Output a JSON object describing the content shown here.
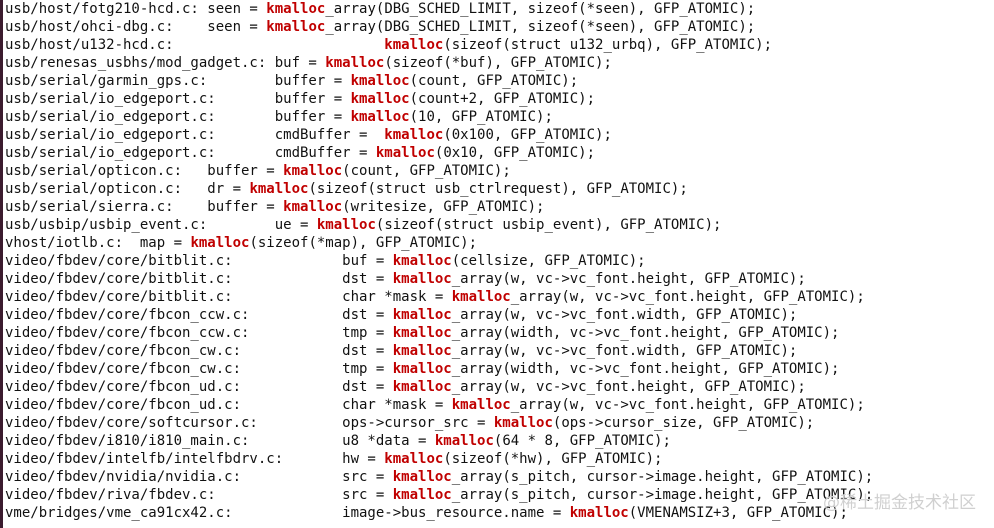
{
  "terminal": {
    "keyword": "kmalloc",
    "lines": [
      [
        {
          "t": "usb/host/fotg210-hcd.c: seen = "
        },
        {
          "t": "kmalloc",
          "kw": true
        },
        {
          "t": "_array(DBG_SCHED_LIMIT, sizeof(*seen), GFP_ATOMIC);"
        }
      ],
      [
        {
          "t": "usb/host/ohci-dbg.c:    seen = "
        },
        {
          "t": "kmalloc",
          "kw": true
        },
        {
          "t": "_array(DBG_SCHED_LIMIT, sizeof(*seen), GFP_ATOMIC);"
        }
      ],
      [
        {
          "t": "usb/host/u132-hcd.c:                         "
        },
        {
          "t": "kmalloc",
          "kw": true
        },
        {
          "t": "(sizeof(struct u132_urbq), GFP_ATOMIC);"
        }
      ],
      [
        {
          "t": "usb/renesas_usbhs/mod_gadget.c: buf = "
        },
        {
          "t": "kmalloc",
          "kw": true
        },
        {
          "t": "(sizeof(*buf), GFP_ATOMIC);"
        }
      ],
      [
        {
          "t": "usb/serial/garmin_gps.c:        buffer = "
        },
        {
          "t": "kmalloc",
          "kw": true
        },
        {
          "t": "(count, GFP_ATOMIC);"
        }
      ],
      [
        {
          "t": "usb/serial/io_edgeport.c:       buffer = "
        },
        {
          "t": "kmalloc",
          "kw": true
        },
        {
          "t": "(count+2, GFP_ATOMIC);"
        }
      ],
      [
        {
          "t": "usb/serial/io_edgeport.c:       buffer = "
        },
        {
          "t": "kmalloc",
          "kw": true
        },
        {
          "t": "(10, GFP_ATOMIC);"
        }
      ],
      [
        {
          "t": "usb/serial/io_edgeport.c:       cmdBuffer =  "
        },
        {
          "t": "kmalloc",
          "kw": true
        },
        {
          "t": "(0x100, GFP_ATOMIC);"
        }
      ],
      [
        {
          "t": "usb/serial/io_edgeport.c:       cmdBuffer = "
        },
        {
          "t": "kmalloc",
          "kw": true
        },
        {
          "t": "(0x10, GFP_ATOMIC);"
        }
      ],
      [
        {
          "t": "usb/serial/opticon.c:   buffer = "
        },
        {
          "t": "kmalloc",
          "kw": true
        },
        {
          "t": "(count, GFP_ATOMIC);"
        }
      ],
      [
        {
          "t": "usb/serial/opticon.c:   dr = "
        },
        {
          "t": "kmalloc",
          "kw": true
        },
        {
          "t": "(sizeof(struct usb_ctrlrequest), GFP_ATOMIC);"
        }
      ],
      [
        {
          "t": "usb/serial/sierra.c:    buffer = "
        },
        {
          "t": "kmalloc",
          "kw": true
        },
        {
          "t": "(writesize, GFP_ATOMIC);"
        }
      ],
      [
        {
          "t": "usb/usbip/usbip_event.c:        ue = "
        },
        {
          "t": "kmalloc",
          "kw": true
        },
        {
          "t": "(sizeof(struct usbip_event), GFP_ATOMIC);"
        }
      ],
      [
        {
          "t": "vhost/iotlb.c:  map = "
        },
        {
          "t": "kmalloc",
          "kw": true
        },
        {
          "t": "(sizeof(*map), GFP_ATOMIC);"
        }
      ],
      [
        {
          "t": "video/fbdev/core/bitblit.c:             buf = "
        },
        {
          "t": "kmalloc",
          "kw": true
        },
        {
          "t": "(cellsize, GFP_ATOMIC);"
        }
      ],
      [
        {
          "t": "video/fbdev/core/bitblit.c:             dst = "
        },
        {
          "t": "kmalloc",
          "kw": true
        },
        {
          "t": "_array(w, vc->vc_font.height, GFP_ATOMIC);"
        }
      ],
      [
        {
          "t": "video/fbdev/core/bitblit.c:             char *mask = "
        },
        {
          "t": "kmalloc",
          "kw": true
        },
        {
          "t": "_array(w, vc->vc_font.height, GFP_ATOMIC);"
        }
      ],
      [
        {
          "t": "video/fbdev/core/fbcon_ccw.c:           dst = "
        },
        {
          "t": "kmalloc",
          "kw": true
        },
        {
          "t": "_array(w, vc->vc_font.width, GFP_ATOMIC);"
        }
      ],
      [
        {
          "t": "video/fbdev/core/fbcon_ccw.c:           tmp = "
        },
        {
          "t": "kmalloc",
          "kw": true
        },
        {
          "t": "_array(width, vc->vc_font.height, GFP_ATOMIC);"
        }
      ],
      [
        {
          "t": "video/fbdev/core/fbcon_cw.c:            dst = "
        },
        {
          "t": "kmalloc",
          "kw": true
        },
        {
          "t": "_array(w, vc->vc_font.width, GFP_ATOMIC);"
        }
      ],
      [
        {
          "t": "video/fbdev/core/fbcon_cw.c:            tmp = "
        },
        {
          "t": "kmalloc",
          "kw": true
        },
        {
          "t": "_array(width, vc->vc_font.height, GFP_ATOMIC);"
        }
      ],
      [
        {
          "t": "video/fbdev/core/fbcon_ud.c:            dst = "
        },
        {
          "t": "kmalloc",
          "kw": true
        },
        {
          "t": "_array(w, vc->vc_font.height, GFP_ATOMIC);"
        }
      ],
      [
        {
          "t": "video/fbdev/core/fbcon_ud.c:            char *mask = "
        },
        {
          "t": "kmalloc",
          "kw": true
        },
        {
          "t": "_array(w, vc->vc_font.height, GFP_ATOMIC);"
        }
      ],
      [
        {
          "t": "video/fbdev/core/softcursor.c:          ops->cursor_src = "
        },
        {
          "t": "kmalloc",
          "kw": true
        },
        {
          "t": "(ops->cursor_size, GFP_ATOMIC);"
        }
      ],
      [
        {
          "t": "video/fbdev/i810/i810_main.c:           u8 *data = "
        },
        {
          "t": "kmalloc",
          "kw": true
        },
        {
          "t": "(64 * 8, GFP_ATOMIC);"
        }
      ],
      [
        {
          "t": "video/fbdev/intelfb/intelfbdrv.c:       hw = "
        },
        {
          "t": "kmalloc",
          "kw": true
        },
        {
          "t": "(sizeof(*hw), GFP_ATOMIC);"
        }
      ],
      [
        {
          "t": "video/fbdev/nvidia/nvidia.c:            src = "
        },
        {
          "t": "kmalloc",
          "kw": true
        },
        {
          "t": "_array(s_pitch, cursor->image.height, GFP_ATOMIC);"
        }
      ],
      [
        {
          "t": "video/fbdev/riva/fbdev.c:               src = "
        },
        {
          "t": "kmalloc",
          "kw": true
        },
        {
          "t": "_array(s_pitch, cursor->image.height, GFP_ATOMIC);"
        }
      ],
      [
        {
          "t": "vme/bridges/vme_ca91cx42.c:             image->bus_resource.name = "
        },
        {
          "t": "kmalloc",
          "kw": true
        },
        {
          "t": "(VMENAMSIZ+3, GFP_ATOMIC);"
        }
      ]
    ]
  },
  "watermark": {
    "text": "@稀土掘金技术社区"
  },
  "colors": {
    "background": "#ffffff",
    "text": "#111111",
    "keyword": "#c00000",
    "left_rule": "#3b1b2e"
  }
}
